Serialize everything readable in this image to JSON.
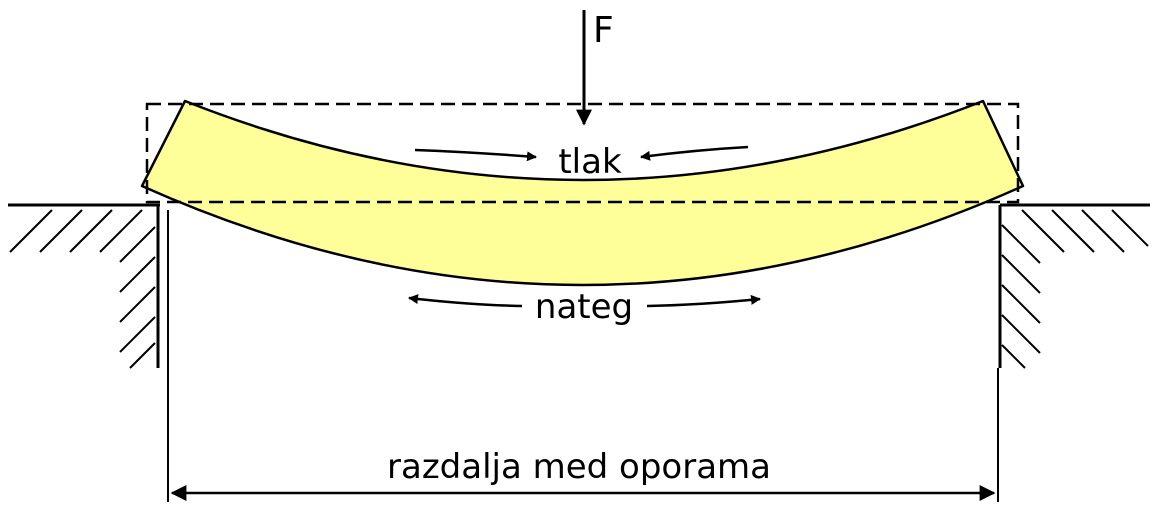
{
  "labels": {
    "force": "F",
    "compression": "tlak",
    "tension": "nateg",
    "span": "razdalja med oporama"
  },
  "colors": {
    "beam_fill": "#ffff99",
    "stroke": "#000000",
    "background": "#ffffff"
  }
}
